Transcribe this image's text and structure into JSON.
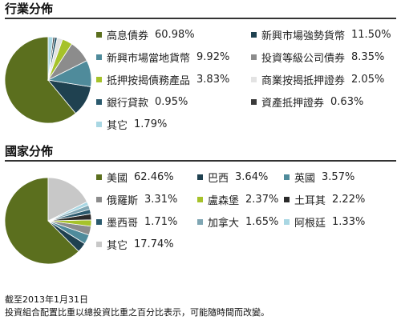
{
  "sections": [
    {
      "title": "行業分佈",
      "chart_data": {
        "type": "pie",
        "title": "行業分佈",
        "labels": [
          "高息債券",
          "新興市場強勢貨幣",
          "新興市場當地貨幣",
          "投資等級公司債券",
          "抵押按揭債務產品",
          "商業按揭抵押證券",
          "銀行貸款",
          "資產抵押證券",
          "其它"
        ],
        "values": [
          60.98,
          11.5,
          9.92,
          8.35,
          3.83,
          2.05,
          0.95,
          0.63,
          1.79
        ],
        "display": [
          "60.98%",
          "11.50%",
          "9.92%",
          "8.35%",
          "3.83%",
          "2.05%",
          "0.95%",
          "0.63%",
          "1.79%"
        ],
        "colors": [
          "#5b6f1e",
          "#1f4150",
          "#4f8b9b",
          "#8c8c8c",
          "#a6c22a",
          "#e3e3e3",
          "#2b5a6e",
          "#3a3a3a",
          "#a9d7e3"
        ]
      }
    },
    {
      "title": "國家分佈",
      "chart_data": {
        "type": "pie",
        "title": "國家分佈",
        "labels": [
          "美國",
          "巴西",
          "英國",
          "俄羅斯",
          "盧森堡",
          "土耳其",
          "墨西哥",
          "加拿大",
          "阿根廷",
          "其它"
        ],
        "values": [
          62.46,
          3.64,
          3.57,
          3.31,
          2.37,
          2.22,
          1.71,
          1.65,
          1.33,
          17.74
        ],
        "display": [
          "62.46%",
          "3.64%",
          "3.57%",
          "3.31%",
          "2.37%",
          "2.22%",
          "1.71%",
          "1.65%",
          "1.33%",
          "17.74%"
        ],
        "colors": [
          "#5b6f1e",
          "#1f4150",
          "#4f8b9b",
          "#8c8c8c",
          "#a6c22a",
          "#2a2a2a",
          "#2b5a6e",
          "#7fa6b3",
          "#a9d7e3",
          "#c8c8c8"
        ]
      }
    }
  ],
  "footnote": {
    "date": "截至2013年1月31日",
    "note": "投資組合配置比重以總投資比重之百分比表示，可能隨時間而改變。"
  }
}
